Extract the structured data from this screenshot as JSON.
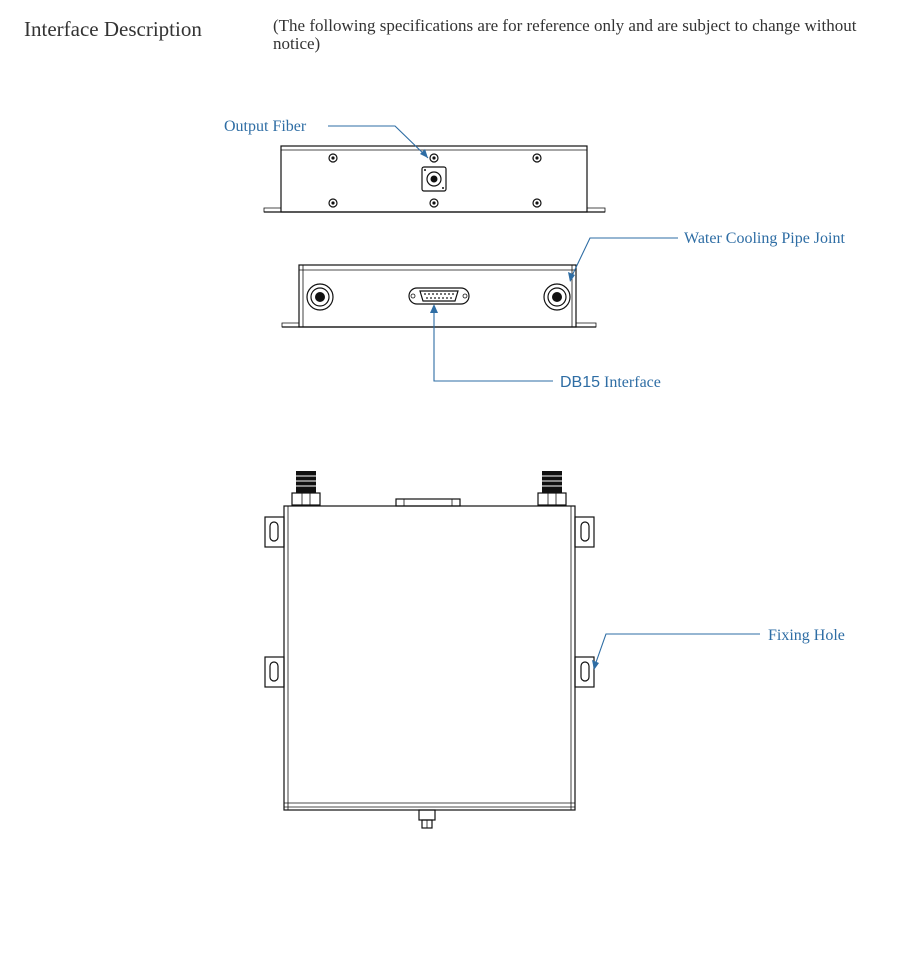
{
  "header": {
    "title": "Interface Description",
    "note": "(The following specifications are for reference only and are subject to change without notice)"
  },
  "labels": {
    "output_fiber": "Output Fiber",
    "water_cooling": "Water Cooling Pipe Joint",
    "db15_prefix": "DB15",
    "db15_suffix": " Interface",
    "fixing_hole": "Fixing Hole"
  },
  "colors": {
    "label_blue": "#2e6da4",
    "outline": "#111111"
  }
}
